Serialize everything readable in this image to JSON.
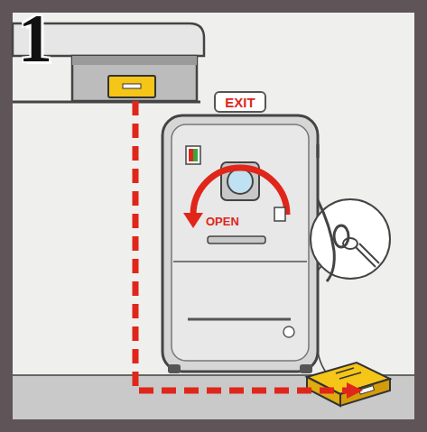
{
  "diagram": {
    "nodes": [
      {
        "text": [
          "EXIT"
        ]
      }
    ],
    "labels": [
      "1",
      "OPEN"
    ]
  }
}
